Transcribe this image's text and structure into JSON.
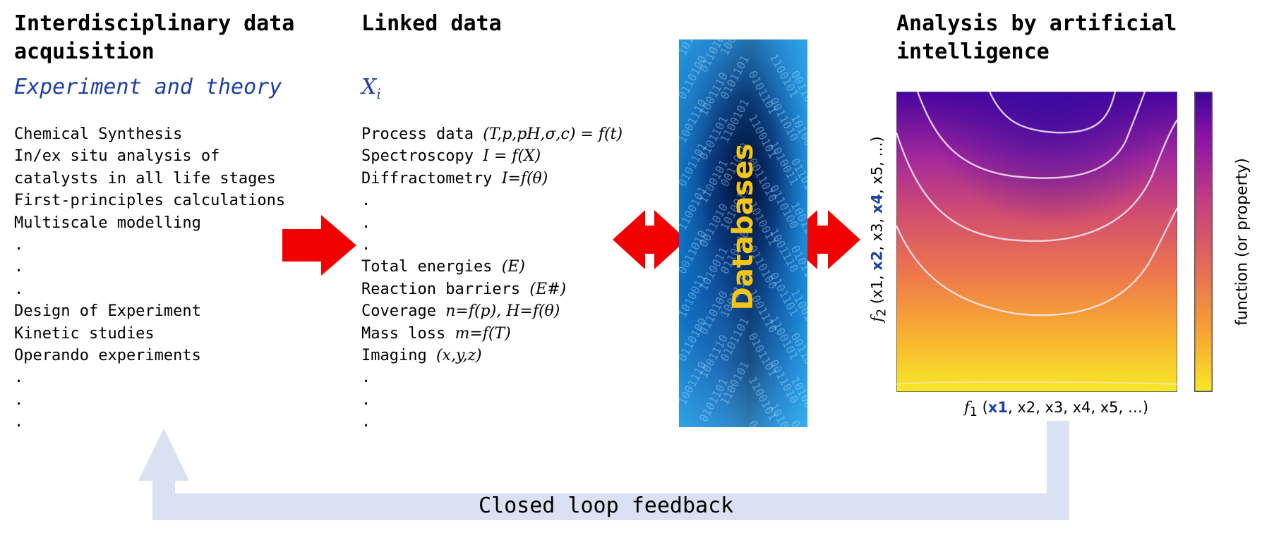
{
  "acquisition": {
    "title_line1": "Interdisciplinary data",
    "title_line2": "acquisition",
    "subtitle": "Experiment and theory",
    "items": [
      "Chemical Synthesis",
      "In/ex situ analysis of",
      "catalysts in all life stages",
      "First-principles calculations",
      "Multiscale modelling",
      ".",
      ".",
      ".",
      "Design of Experiment",
      "Kinetic studies",
      "Operando experiments",
      ".",
      ".",
      "."
    ]
  },
  "linked": {
    "title": "Linked data",
    "subtitle_var": "X",
    "subtitle_sub": "i",
    "items": [
      {
        "text": "Process data ",
        "math": "(T,p,pH,σ,c) = f(t)"
      },
      {
        "text": "Spectroscopy ",
        "math": "I = f(X)"
      },
      {
        "text": "Diffractometry ",
        "math": "I=f(θ)"
      },
      {
        "text": ".",
        "math": ""
      },
      {
        "text": ".",
        "math": ""
      },
      {
        "text": ".",
        "math": ""
      },
      {
        "text": "Total energies ",
        "math": "(E)"
      },
      {
        "text": "Reaction barriers ",
        "math": "(E#)"
      },
      {
        "text": "Coverage ",
        "math": "n=f(p), H=f(θ)"
      },
      {
        "text": "Mass loss ",
        "math": "m=f(T)"
      },
      {
        "text": "Imaging ",
        "math": "(x,y,z)"
      },
      {
        "text": ".",
        "math": ""
      },
      {
        "text": ".",
        "math": ""
      },
      {
        "text": ".",
        "math": ""
      }
    ]
  },
  "database": {
    "label": "Databases"
  },
  "analysis": {
    "title_line1": "Analysis by artificial",
    "title_line2": "intelligence",
    "x_axis": {
      "f": "f",
      "sub": "1",
      "open": " (",
      "hl": "x1",
      "rest": ", x2, x3, x4, x5, …)"
    },
    "y_axis": {
      "f": "f",
      "sub": "2",
      "open": " (x1, ",
      "hl1": "x2",
      "mid": ", x3, ",
      "hl2": "x4",
      "rest": ", x5, …)"
    },
    "colorbar_label": "function (or property)"
  },
  "feedback": {
    "label": "Closed loop feedback"
  },
  "colors": {
    "arrow_red": "#f20000",
    "feedback_fill": "#d9e1f2",
    "subtitle_blue": "#1f3fa6",
    "database_yellow": "#f5c518"
  }
}
